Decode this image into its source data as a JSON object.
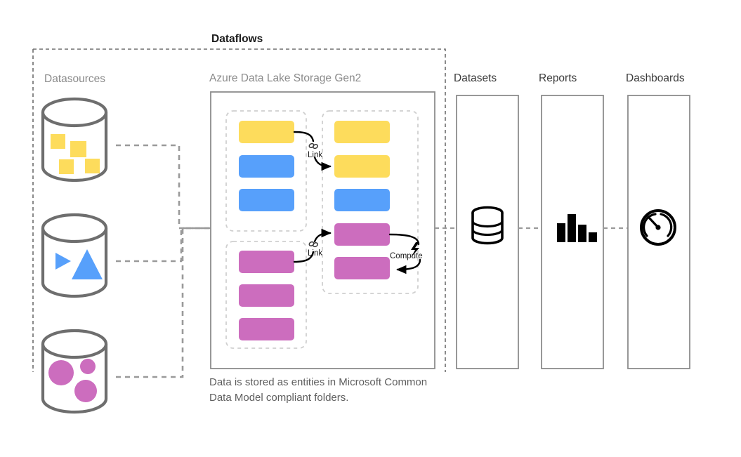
{
  "diagram": {
    "title": "Dataflows",
    "sections": {
      "datasources_label": "Datasources",
      "lake_label": "Azure Data Lake Storage Gen2",
      "datasets_label": "Datasets",
      "reports_label": "Reports",
      "dashboards_label": "Dashboards"
    },
    "caption": "Data is stored as entities in Microsoft Common Data Model compliant folders.",
    "edge_labels": {
      "link_upper": "Link",
      "link_lower": "Link",
      "compute": "Compute"
    },
    "datasources": [
      {
        "name": "datasource-squares",
        "shape": "cylinder",
        "contents": "squares",
        "color": "#FDDC5C"
      },
      {
        "name": "datasource-triangles",
        "shape": "cylinder",
        "contents": "triangles",
        "color": "#57A0FB"
      },
      {
        "name": "datasource-circles",
        "shape": "cylinder",
        "contents": "circles",
        "color": "#CC6DBE"
      }
    ],
    "lake_groups": [
      {
        "name": "entity-group-top-left",
        "entities": [
          "#FDDC5C",
          "#57A0FB",
          "#57A0FB"
        ]
      },
      {
        "name": "entity-group-bottom-left",
        "entities": [
          "#CC6DBE",
          "#CC6DBE",
          "#CC6DBE"
        ]
      },
      {
        "name": "entity-group-right",
        "entities": [
          "#FDDC5C",
          "#FDDC5C",
          "#57A0FB",
          "#CC6DBE",
          "#CC6DBE"
        ]
      }
    ],
    "output_columns": [
      {
        "name": "datasets-column",
        "icon": "database-icon"
      },
      {
        "name": "reports-column",
        "icon": "bar-chart-icon"
      },
      {
        "name": "dashboards-column",
        "icon": "gauge-icon"
      }
    ],
    "colors": {
      "yellow": "#FDDC5C",
      "blue": "#57A0FB",
      "pink": "#CC6DBE",
      "outline": "#6E6E6E",
      "dashed": "#9A9A9A",
      "panel_border": "#8C8C8C",
      "group_border": "#CFCFCF"
    }
  }
}
